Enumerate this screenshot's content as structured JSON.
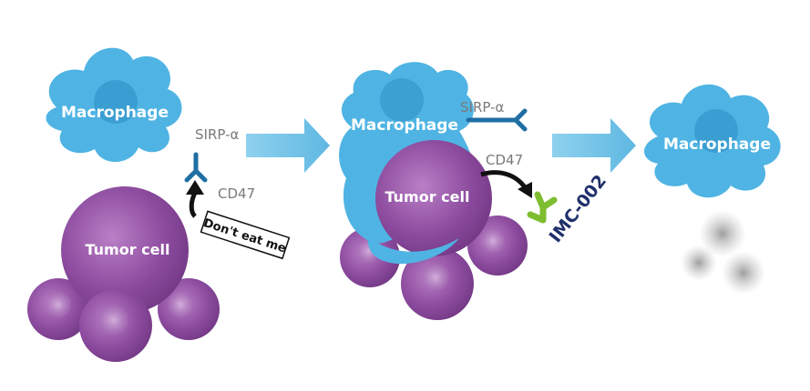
{
  "panels": [
    {
      "macrophage_label": "Macrophage",
      "receptor_label": "SIRP-α",
      "ligand_label": "CD47",
      "tumor_label": "Tumor cell",
      "signal_text": "Don't eat me"
    },
    {
      "macrophage_label": "Macrophage",
      "receptor_label": "SIRP-α",
      "ligand_label": "CD47",
      "tumor_label": "Tumor cell",
      "drug_label": "IMC-002"
    },
    {
      "macrophage_label": "Macrophage"
    }
  ],
  "colors": {
    "macrophage": "#4fb4e3",
    "macrophage_nucleus": "#2a8cc4",
    "receptor": "#1f6fa3",
    "tumor": "#8c4b9e",
    "drug": "#7ebd2f",
    "arrow": "#6ec3e6",
    "debris": "#9e9e9e"
  }
}
